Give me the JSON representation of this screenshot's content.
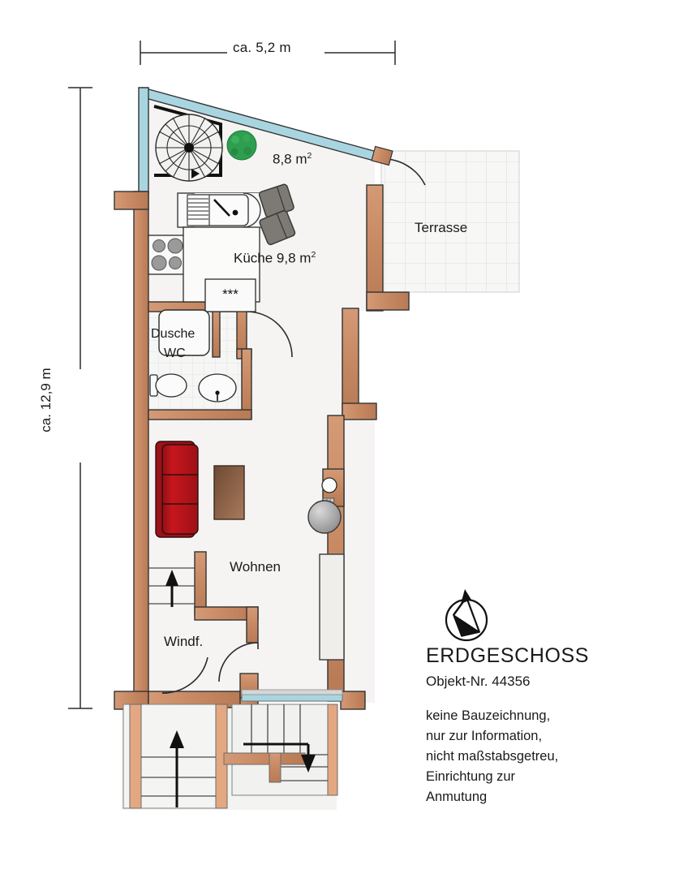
{
  "document": {
    "type": "floor-plan",
    "title": "ERDGESCHOSS",
    "object_number": "Objekt-Nr. 44356",
    "disclaimer_lines": [
      "keine Bauzeichnung,",
      "nur zur Information,",
      "nicht maßstabsgetreu,",
      "Einrichtung zur",
      "Anmutung"
    ]
  },
  "dimensions": {
    "top": "ca. 5,2 m",
    "left": "ca. 12,9 m"
  },
  "rooms": {
    "wintergarten_area": "8,8 m",
    "wintergarten_unit": "2",
    "kuche": "Küche 9,8 m",
    "kuche_unit": "2",
    "terrasse": "Terrasse",
    "dusche": "Dusche",
    "wc": "WC",
    "wohnen": "Wohnen",
    "windfang": "Windf."
  },
  "icons": {
    "compass": "compass-rose-north",
    "spiral_stair": "spiral-staircase-icon",
    "plant": "potted-plant-icon",
    "sink": "kitchen-sink-icon",
    "cooktop": "cooktop-four-burner-icon",
    "fridge": "refrigerator-icon",
    "fridge_mark": "***",
    "shower": "shower-tray-icon",
    "toilet": "toilet-icon",
    "washbasin": "washbasin-icon",
    "sofa": "sofa-three-seat-icon",
    "coffee_table": "coffee-table-icon",
    "stove": "round-stove-icon",
    "cabinet": "tall-cabinet-icon",
    "armchair_1": "armchair-icon",
    "armchair_2": "armchair-icon",
    "stair_up_arrow": "stair-direction-up-arrow",
    "stair_down_arrow": "stair-direction-down-arrow"
  },
  "colors": {
    "wall": "#c98a64",
    "wall_dark": "#b3714b",
    "wall_stroke": "#3b3b3b",
    "glass": "#a8d5e0",
    "floor": "#f5f4f2",
    "terrace_grid": "#d8d8d8",
    "sofa_red": "#c7161d",
    "sofa_red_dark": "#8f0f14",
    "table_brown": "#8a6146",
    "plant_green": "#2f9e4f",
    "stove_gray": "#9a9a9a",
    "armchair_gray": "#7c7a72",
    "ink": "#1a1a1a"
  }
}
